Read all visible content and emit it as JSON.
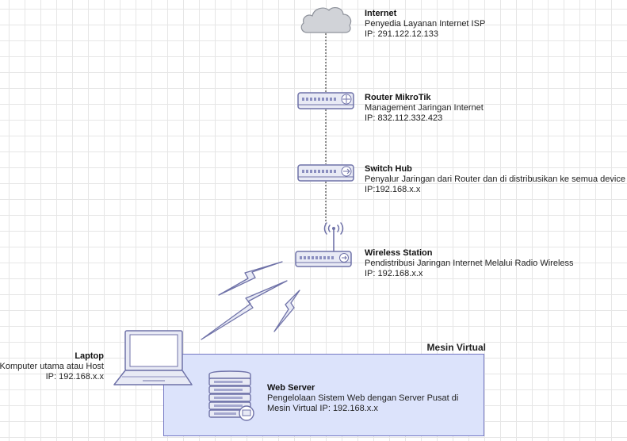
{
  "nodes": {
    "internet": {
      "title": "Internet",
      "line1": "Penyedia Layanan Internet ISP",
      "line2": "IP: 291.122.12.133"
    },
    "router": {
      "title": "Router MikroTik",
      "line1": "Management Jaringan Internet",
      "line2": "IP: 832.112.332.423"
    },
    "switch": {
      "title": "Switch Hub",
      "line1": "Penyalur Jaringan dari Router dan di  distribusikan ke semua device",
      "line2": "IP:192.168.x.x"
    },
    "wireless": {
      "title": "Wireless Station",
      "line1": "Pendistribusi Jaringan Internet Melalui Radio Wireless",
      "line2": "IP: 192.168.x.x"
    },
    "laptop": {
      "title": "Laptop",
      "line1": "Komputer utama atau Host",
      "line2": "IP: 192.168.x.x"
    },
    "webserver": {
      "title": "Web Server",
      "line1": "Pengelolaan Sistem Web dengan Server Pusat di",
      "line2": "Mesin Virtual IP: 192.168.x.x"
    }
  },
  "container": {
    "title": "Mesin Virtual"
  },
  "icons": [
    "cloud-icon",
    "router-icon",
    "switch-icon",
    "wireless-station-icon",
    "laptop-icon",
    "server-icon",
    "wireless-signal-icon"
  ],
  "colors": {
    "device_fill": "#e8eaf5",
    "device_stroke": "#6f72a8",
    "cloud_fill": "#d1d3d8",
    "container_fill": "#dce3fb",
    "container_stroke": "#7478c4"
  }
}
